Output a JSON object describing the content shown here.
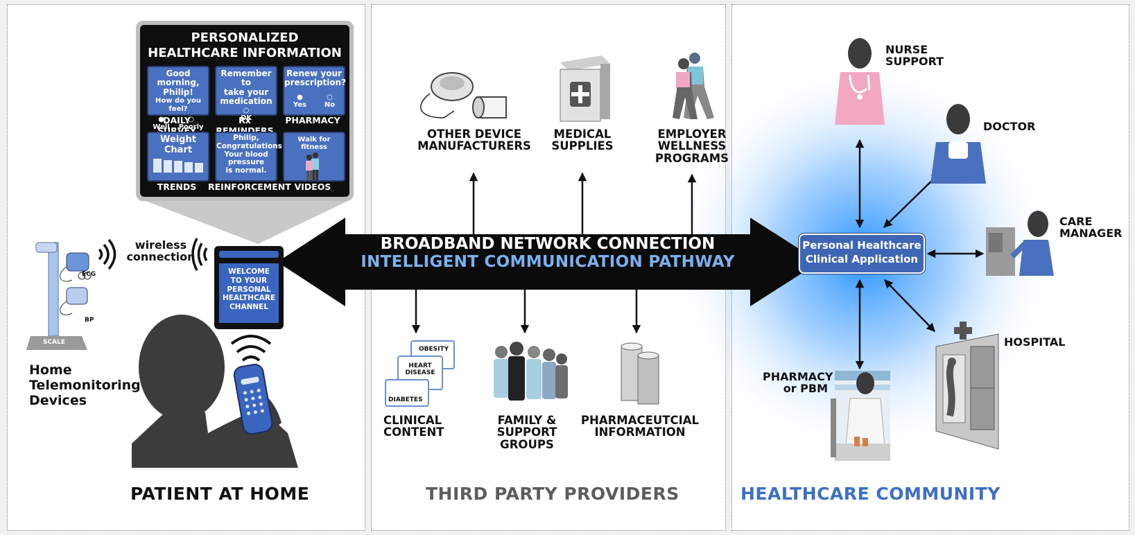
{
  "sections": {
    "patient": "PATIENT AT HOME",
    "third_party": "THIRD PARTY PROVIDERS",
    "community": "HEALTHCARE COMMUNITY"
  },
  "colors": {
    "patient": "#111111",
    "third_party": "#5d5d5d",
    "community": "#3e6fc6",
    "accent_blue": "#4a70c0",
    "dark": "#111111"
  },
  "tv": {
    "title_line1": "PERSONALIZED",
    "title_line2": "HEALTHCARE INFORMATION",
    "cards": [
      {
        "l1": "Good morning,",
        "l2": "Philip!",
        "l3": "How do you feel?",
        "opt1": "Well",
        "opt2": "Poorly",
        "caption": "DAILY SURVEY"
      },
      {
        "l1": "Remember to",
        "l2": "take your",
        "l3": "medication",
        "opt1": "OK",
        "caption": "Rx REMINDERS"
      },
      {
        "l1": "Renew your",
        "l2": "prescription?",
        "opt1": "Yes",
        "opt2": "No",
        "caption": "PHARMACY"
      },
      {
        "l1": "Weight",
        "l2": "Chart",
        "caption": "TRENDS"
      },
      {
        "l1": "Philip,",
        "l2": "Congratulations!",
        "l3": "Your blood",
        "l4": "pressure",
        "l5": "is normal.",
        "caption": "REINFORCEMENT"
      },
      {
        "l1": "Walk for fitness",
        "caption": "VIDEOS"
      }
    ]
  },
  "device": {
    "screen_l1": "WELCOME",
    "screen_l2": "TO YOUR",
    "screen_l3": "PERSONAL",
    "screen_l4": "HEALTHCARE",
    "screen_l5": "CHANNEL"
  },
  "wireless": {
    "l1": "wireless",
    "l2": "connection"
  },
  "home_devices": {
    "l1": "Home",
    "l2": "Telemonitoring",
    "l3": "Devices",
    "ecg": "ECG",
    "bp": "BP",
    "scale": "SCALE"
  },
  "network": {
    "line1": "BROADBAND NETWORK CONNECTION",
    "line2": "INTELLIGENT COMMUNICATION PATHWAY"
  },
  "third_party": {
    "top": [
      {
        "l1": "OTHER DEVICE",
        "l2": "MANUFACTURERS"
      },
      {
        "l1": "MEDICAL",
        "l2": "SUPPLIES"
      },
      {
        "l1": "EMPLOYER",
        "l2": "WELLNESS",
        "l3": "PROGRAMS"
      }
    ],
    "bottom": [
      {
        "l1": "CLINICAL",
        "l2": "CONTENT"
      },
      {
        "l1": "FAMILY &",
        "l2": "SUPPORT",
        "l3": "GROUPS"
      },
      {
        "l1": "PHARMACEUTCIAL",
        "l2": "INFORMATION"
      }
    ],
    "docs": {
      "obesity": "OBESITY",
      "heart_l1": "HEART",
      "heart_l2": "DISEASE",
      "diabetes": "DIABETES"
    }
  },
  "community": {
    "app_l1": "Personal Healthcare",
    "app_l2": "Clinical Application",
    "nurse_l1": "NURSE",
    "nurse_l2": "SUPPORT",
    "doctor": "DOCTOR",
    "care_l1": "CARE",
    "care_l2": "MANAGER",
    "hospital": "HOSPITAL",
    "pharmacy_l1": "PHARMACY",
    "pharmacy_l2": "or PBM"
  }
}
